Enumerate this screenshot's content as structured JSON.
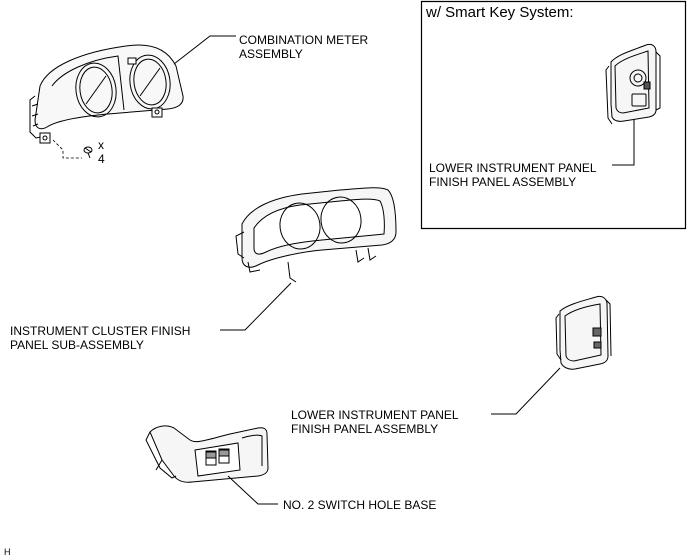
{
  "inset": {
    "title": "w/ Smart Key System:",
    "label_line1": "LOWER INSTRUMENT PANEL",
    "label_line2": "FINISH PANEL ASSEMBLY"
  },
  "parts": {
    "meter": {
      "line1": "COMBINATION METER",
      "line2": "ASSEMBLY"
    },
    "screw": {
      "mult": "x",
      "count": "4"
    },
    "cluster": {
      "line1": "INSTRUMENT CLUSTER FINISH",
      "line2": "PANEL SUB-ASSEMBLY"
    },
    "lower_panel": {
      "line1": "LOWER INSTRUMENT PANEL",
      "line2": "FINISH PANEL ASSEMBLY"
    },
    "switch_base": {
      "line1": "NO. 2 SWITCH HOLE BASE"
    }
  },
  "corner_mark": "H"
}
